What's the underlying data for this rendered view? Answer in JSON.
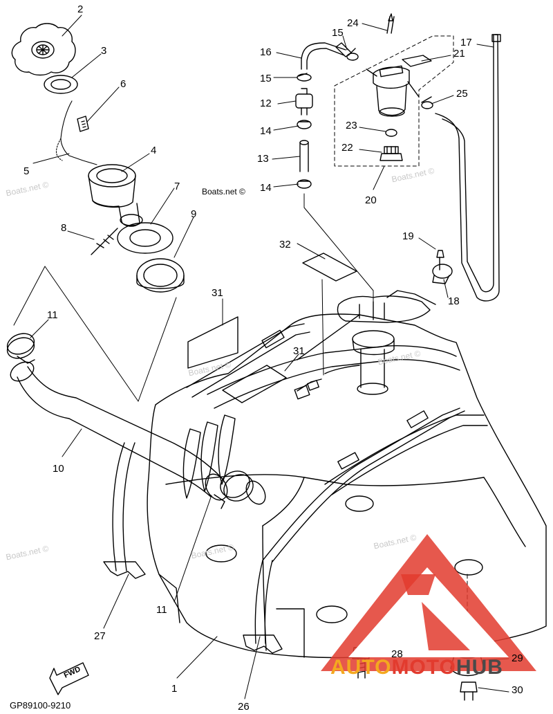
{
  "diagram_code": "GP89100-9210",
  "fwd_label": "FWD",
  "watermark": "Boats.net ©",
  "brand": {
    "part1": "AUTO",
    "part2": "MOTO",
    "part3": "HUB"
  },
  "callouts": {
    "c1": "1",
    "c2": "2",
    "c3": "3",
    "c4": "4",
    "c5": "5",
    "c6": "6",
    "c7": "7",
    "c8": "8",
    "c9": "9",
    "c10": "10",
    "c11a": "11",
    "c11b": "11",
    "c12": "12",
    "c13": "13",
    "c14a": "14",
    "c14b": "14",
    "c15a": "15",
    "c15b": "15",
    "c16": "16",
    "c17": "17",
    "c18": "18",
    "c19": "19",
    "c20": "20",
    "c21": "21",
    "c22": "22",
    "c23": "23",
    "c24": "24",
    "c25": "25",
    "c26": "26",
    "c27": "27",
    "c28": "28",
    "c29": "29",
    "c30": "30",
    "c31a": "31",
    "c31b": "31",
    "c32": "32"
  },
  "colors": {
    "line": "#000000",
    "logo_red": "#e23b2e",
    "logo_orange": "#f4a81f",
    "watermark": "#c8c8c8"
  }
}
